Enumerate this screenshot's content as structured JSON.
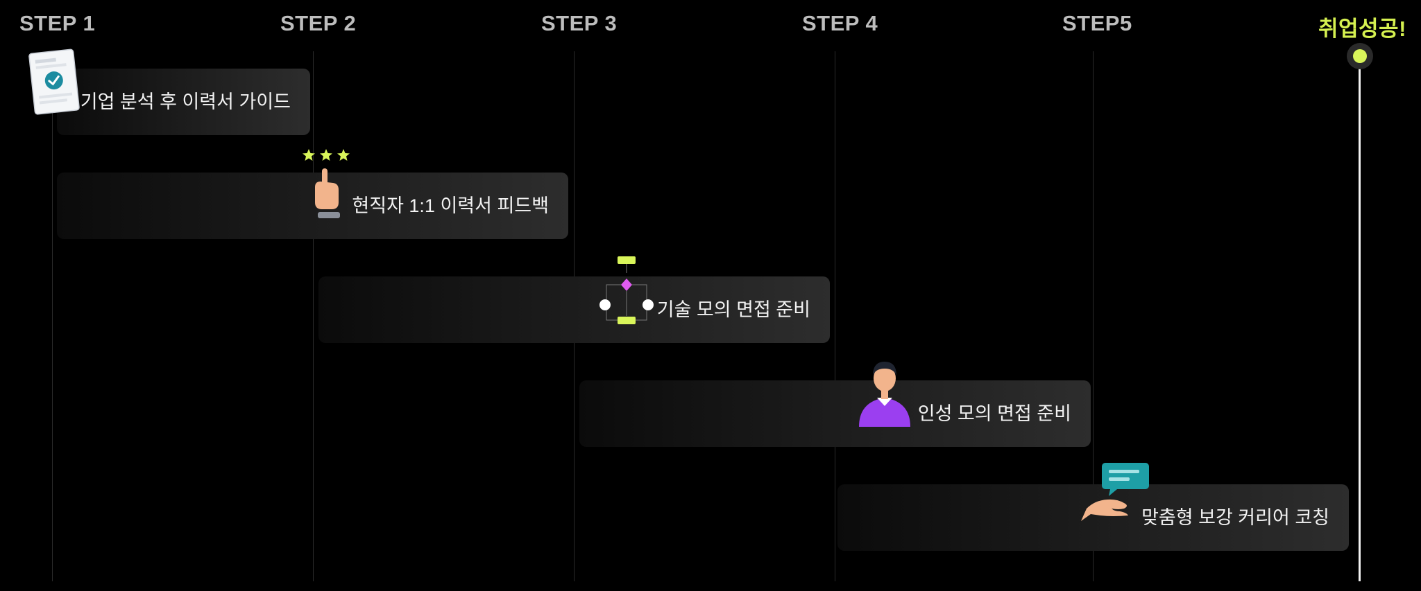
{
  "steps": [
    "STEP 1",
    "STEP 2",
    "STEP 3",
    "STEP 4",
    "STEP5"
  ],
  "goal": "취업성공!",
  "tasks": [
    {
      "label": "기업 분석 후 이력서 가이드",
      "icon": "resume-check-icon"
    },
    {
      "label": "현직자 1:1 이력서 피드백",
      "icon": "pointing-hand-stars-icon"
    },
    {
      "label": "기술 모의 면접 준비",
      "icon": "flowchart-icon"
    },
    {
      "label": "인성 모의 면접 준비",
      "icon": "interviewer-person-icon"
    },
    {
      "label": "맞춤형 보강 커리어 코칭",
      "icon": "hand-chat-bubble-icon"
    }
  ],
  "colors": {
    "accent": "#d9f55a",
    "step_text": "#bdbdbd",
    "goal_text": "#d5f050",
    "person_shirt": "#9b3ff0",
    "chat_bubble": "#1e9fa6",
    "diamond": "#e05cf0"
  }
}
